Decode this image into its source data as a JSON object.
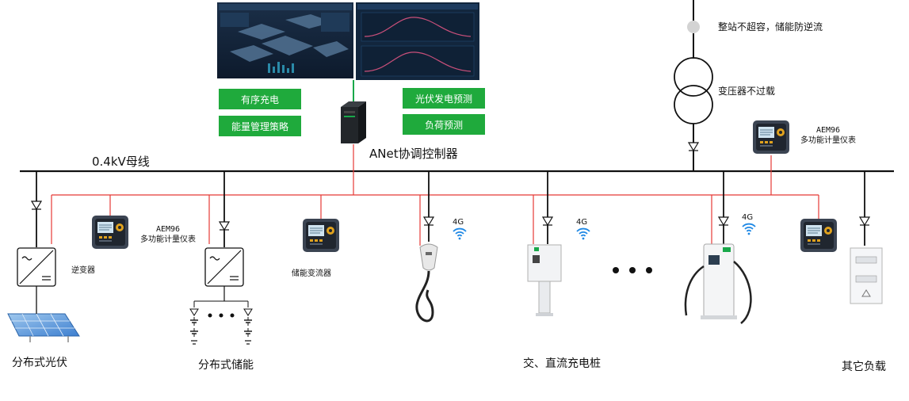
{
  "buttons": {
    "orderly_charging": "有序充电",
    "energy_strategy": "能量管理策略",
    "pv_forecast": "光伏发电预测",
    "load_forecast": "负荷预测"
  },
  "controller_label": "ANet协调控制器",
  "bus_label": "0.4kV母线",
  "grid_notes": {
    "no_overcapacity": "整站不超容，储能防逆流",
    "transformer_no_overload": "变压器不过载"
  },
  "meter": {
    "model": "AEM96",
    "description": "多功能计量仪表"
  },
  "equipment": {
    "inverter": "逆变器",
    "storage_converter": "储能变流器"
  },
  "signal": "4G",
  "groups": {
    "pv": "分布式光伏",
    "storage": "分布式储能",
    "charging": "交、直流充电桩",
    "other_load": "其它负载"
  },
  "colors": {
    "bus": "#111111",
    "comm_line": "#e53935",
    "button": "#1faa3c",
    "controller_link": "#19a84a",
    "wifi": "#1e88e5"
  }
}
